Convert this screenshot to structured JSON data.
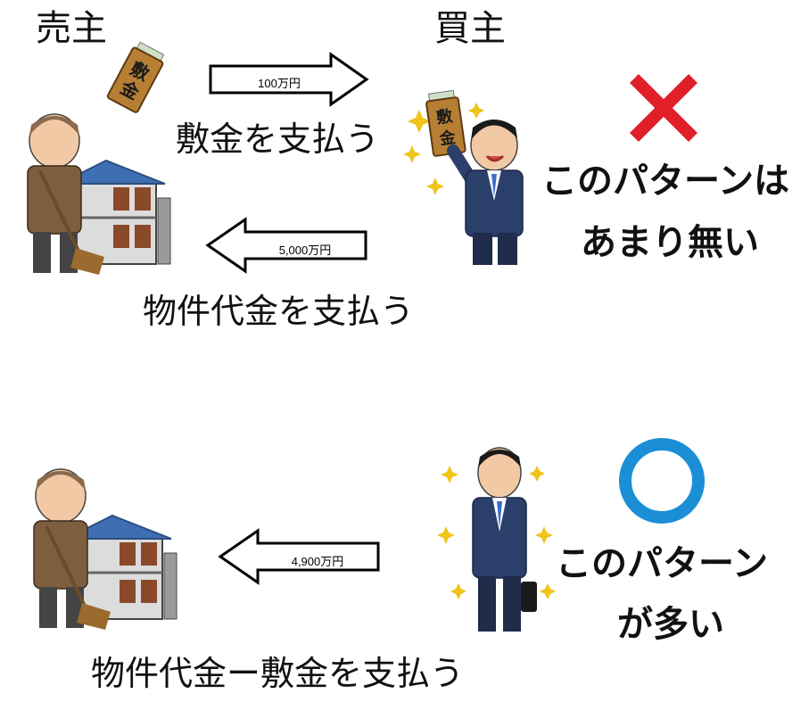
{
  "roles": {
    "seller": "売主",
    "buyer": "買主"
  },
  "envelope_text": {
    "top": "敷",
    "bottom": "金"
  },
  "scenario_bad": {
    "deposit_amount": "100万円",
    "deposit_caption": "敷金を支払う",
    "price_amount": "5,000万円",
    "price_caption": "物件代金を支払う",
    "verdict_line1": "このパターンは",
    "verdict_line2": "あまり無い",
    "mark_color": "#e01f26"
  },
  "scenario_good": {
    "net_amount": "4,900万円",
    "net_caption": "物件代金ー敷金を支払う",
    "verdict_line1": "このパターン",
    "verdict_line2": "が多い",
    "mark_color": "#1a8fd6"
  }
}
